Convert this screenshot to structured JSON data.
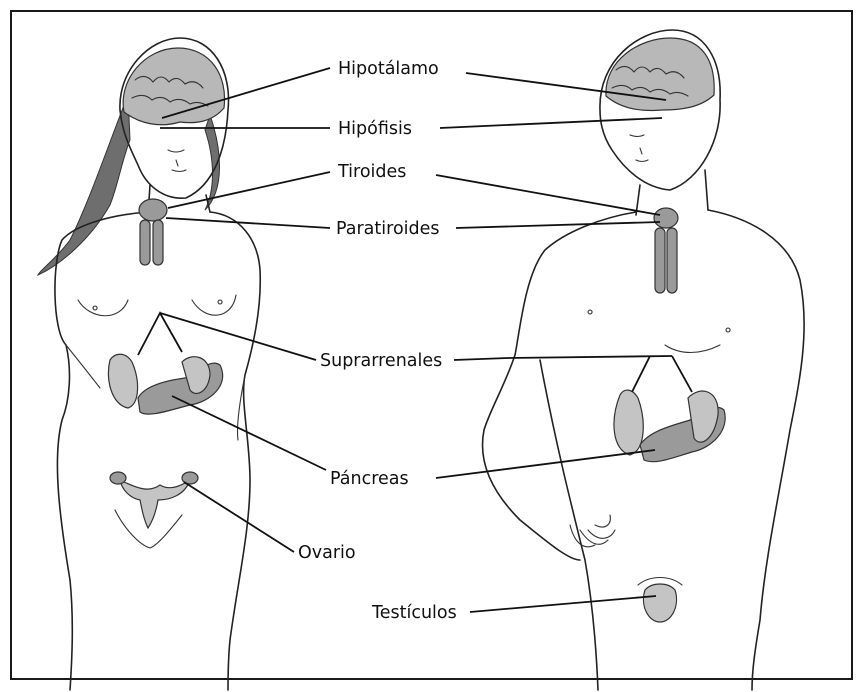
{
  "labels": {
    "hipotalamo": "Hipotálamo",
    "hipofisis": "Hipófisis",
    "tiroides": "Tiroides",
    "paratiroides": "Paratiroides",
    "suprarrenales": "Suprarrenales",
    "pancreas": "Páncreas",
    "ovario": "Ovario",
    "testiculos": "Testículos"
  }
}
